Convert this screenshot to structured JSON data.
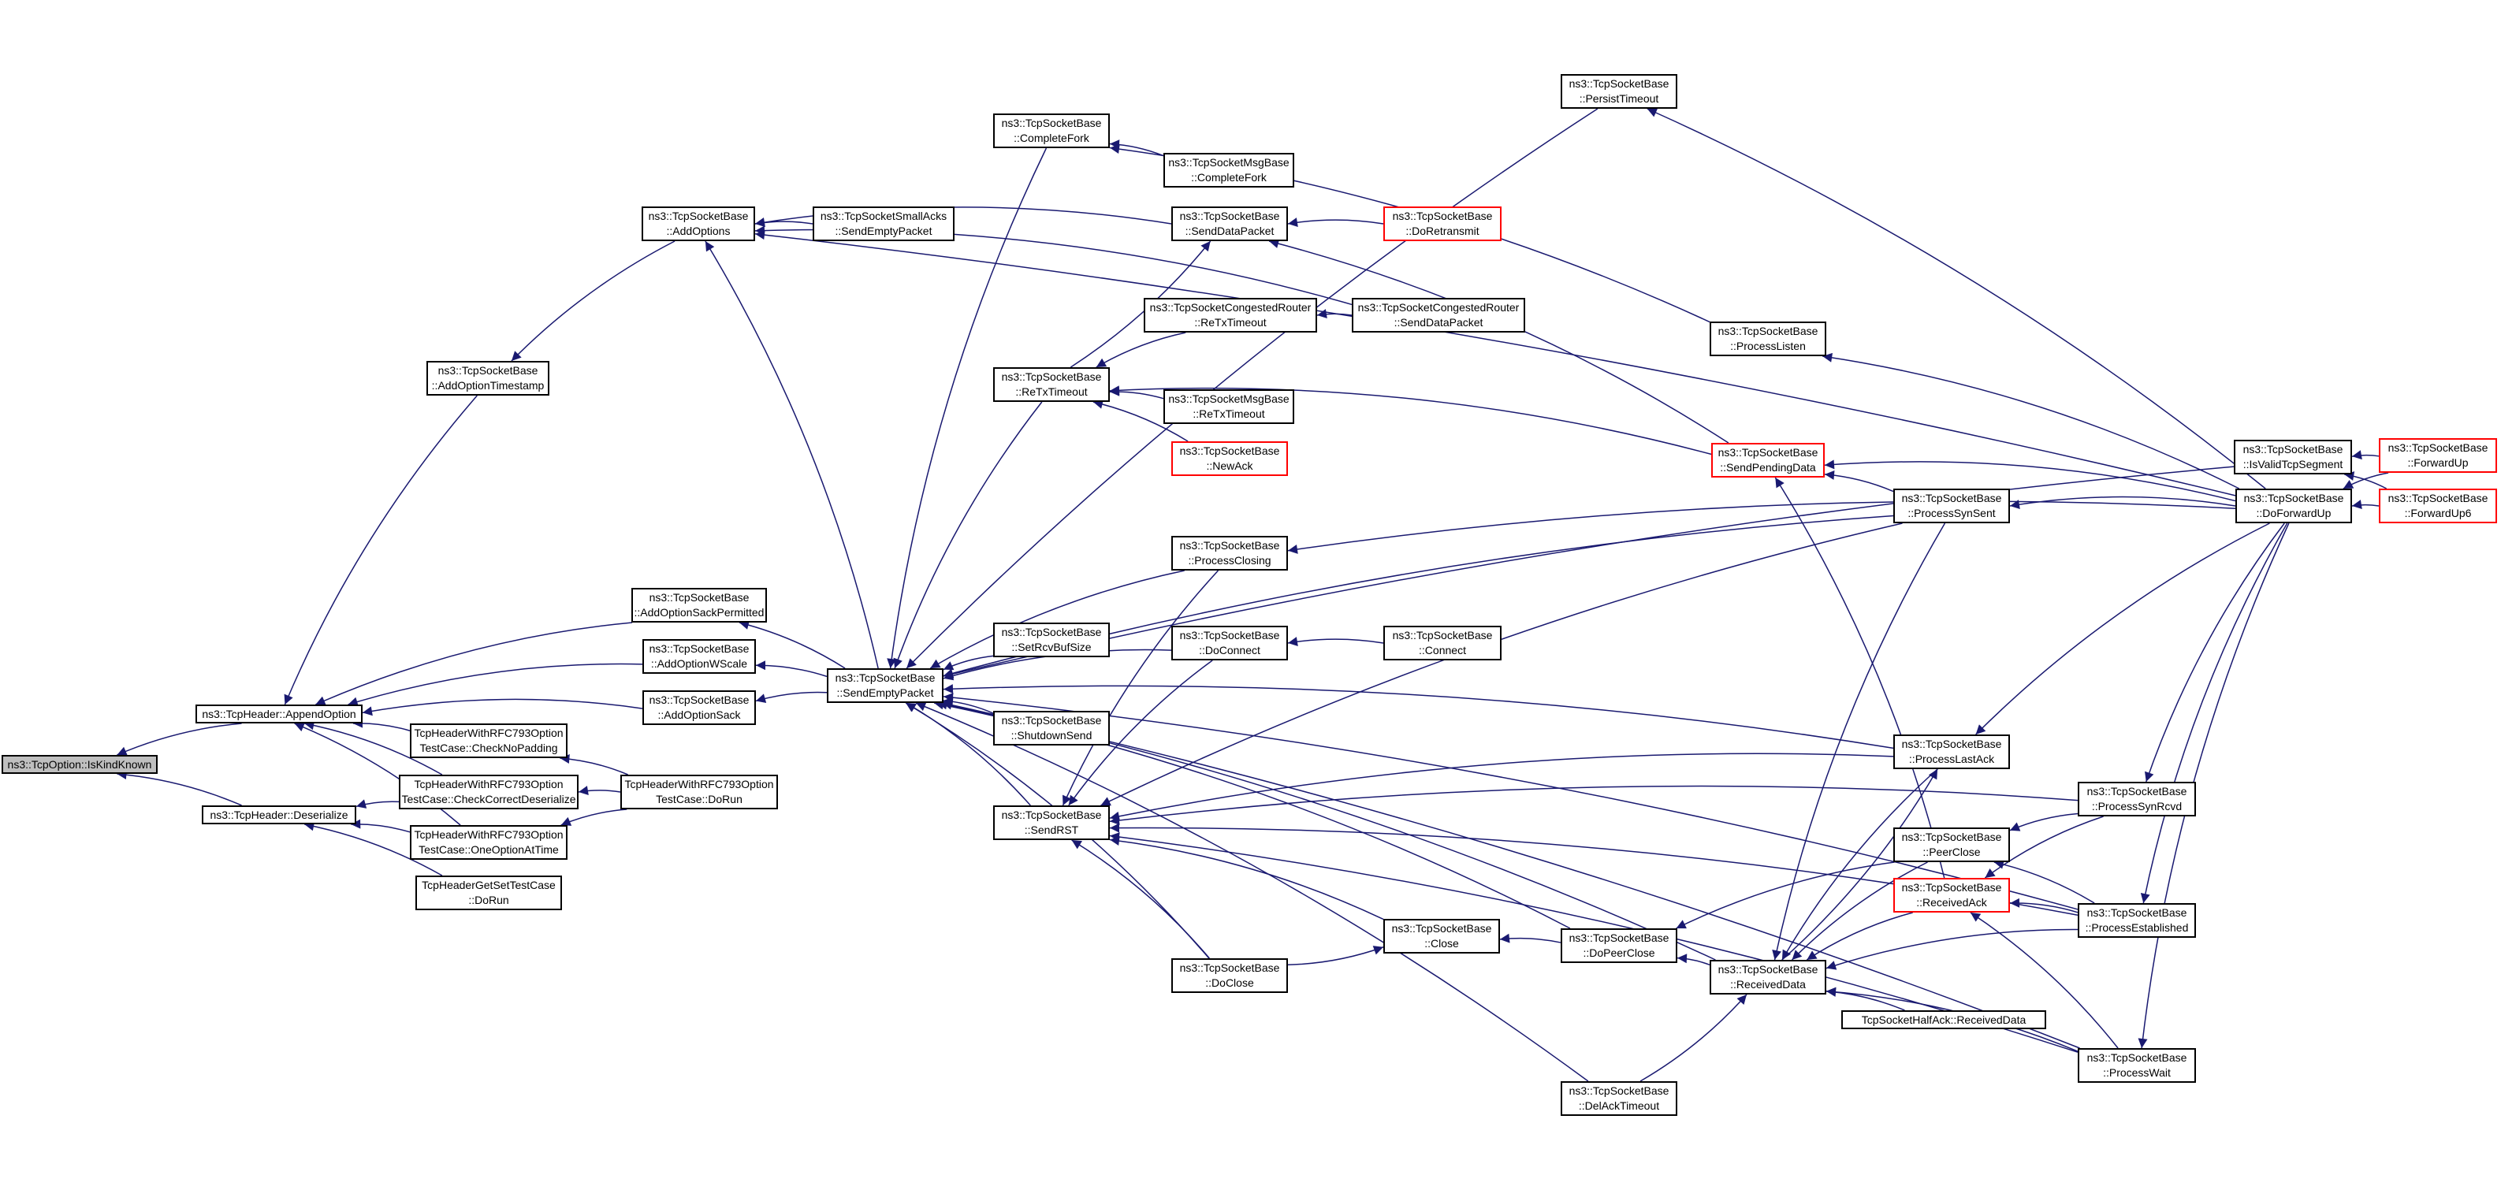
{
  "diagram": {
    "colors": {
      "edge": "#191970",
      "border": "#000000",
      "highlight_border": "#ff0000",
      "root_fill": "#bfbfbf",
      "background": "#ffffff"
    },
    "nodes": [
      {
        "id": "isKindKnown",
        "lines": [
          "ns3::TcpOption::IsKindKnown"
        ],
        "style": "root"
      },
      {
        "id": "appendOption",
        "lines": [
          "ns3::TcpHeader::AppendOption"
        ],
        "style": "normal"
      },
      {
        "id": "deserialize",
        "lines": [
          "ns3::TcpHeader::Deserialize"
        ],
        "style": "normal"
      },
      {
        "id": "addOptionTimestamp",
        "lines": [
          "ns3::TcpSocketBase",
          "::AddOptionTimestamp"
        ],
        "style": "normal"
      },
      {
        "id": "addOptions",
        "lines": [
          "ns3::TcpSocketBase",
          "::AddOptions"
        ],
        "style": "normal"
      },
      {
        "id": "addOptionSackPermitted",
        "lines": [
          "ns3::TcpSocketBase",
          "::AddOptionSackPermitted"
        ],
        "style": "normal"
      },
      {
        "id": "addOptionWScale",
        "lines": [
          "ns3::TcpSocketBase",
          "::AddOptionWScale"
        ],
        "style": "normal"
      },
      {
        "id": "addOptionSack",
        "lines": [
          "ns3::TcpSocketBase",
          "::AddOptionSack"
        ],
        "style": "normal"
      },
      {
        "id": "checkNoPadding",
        "lines": [
          "TcpHeaderWithRFC793Option",
          "TestCase::CheckNoPadding"
        ],
        "style": "normal"
      },
      {
        "id": "checkCorrectDeserialize",
        "lines": [
          "TcpHeaderWithRFC793Option",
          "TestCase::CheckCorrectDeserialize"
        ],
        "style": "normal"
      },
      {
        "id": "oneOptionAtTime",
        "lines": [
          "TcpHeaderWithRFC793Option",
          "TestCase::OneOptionAtTime"
        ],
        "style": "normal"
      },
      {
        "id": "rfcDoRun",
        "lines": [
          "TcpHeaderWithRFC793Option",
          "TestCase::DoRun"
        ],
        "style": "normal"
      },
      {
        "id": "getSetDoRun",
        "lines": [
          "TcpHeaderGetSetTestCase",
          "::DoRun"
        ],
        "style": "normal"
      },
      {
        "id": "smallAcksSendEmpty",
        "lines": [
          "ns3::TcpSocketSmallAcks",
          "::SendEmptyPacket"
        ],
        "style": "normal"
      },
      {
        "id": "sendEmptyPacket",
        "lines": [
          "ns3::TcpSocketBase",
          "::SendEmptyPacket"
        ],
        "style": "normal"
      },
      {
        "id": "completeFork",
        "lines": [
          "ns3::TcpSocketBase",
          "::CompleteFork"
        ],
        "style": "normal"
      },
      {
        "id": "msgCompleteFork",
        "lines": [
          "ns3::TcpSocketMsgBase",
          "::CompleteFork"
        ],
        "style": "normal"
      },
      {
        "id": "sendDataPacket",
        "lines": [
          "ns3::TcpSocketBase",
          "::SendDataPacket"
        ],
        "style": "normal"
      },
      {
        "id": "doRetransmit",
        "lines": [
          "ns3::TcpSocketBase",
          "::DoRetransmit"
        ],
        "style": "red"
      },
      {
        "id": "congRetx",
        "lines": [
          "ns3::TcpSocketCongestedRouter",
          "::ReTxTimeout"
        ],
        "style": "normal"
      },
      {
        "id": "congSendData",
        "lines": [
          "ns3::TcpSocketCongestedRouter",
          "::SendDataPacket"
        ],
        "style": "normal"
      },
      {
        "id": "reTxTimeout",
        "lines": [
          "ns3::TcpSocketBase",
          "::ReTxTimeout"
        ],
        "style": "normal"
      },
      {
        "id": "msgRetx",
        "lines": [
          "ns3::TcpSocketMsgBase",
          "::ReTxTimeout"
        ],
        "style": "normal"
      },
      {
        "id": "newAck",
        "lines": [
          "ns3::TcpSocketBase",
          "::NewAck"
        ],
        "style": "red"
      },
      {
        "id": "persistTimeout",
        "lines": [
          "ns3::TcpSocketBase",
          "::PersistTimeout"
        ],
        "style": "normal"
      },
      {
        "id": "processListen",
        "lines": [
          "ns3::TcpSocketBase",
          "::ProcessListen"
        ],
        "style": "normal"
      },
      {
        "id": "sendPendingData",
        "lines": [
          "ns3::TcpSocketBase",
          "::SendPendingData"
        ],
        "style": "red"
      },
      {
        "id": "processSynSent",
        "lines": [
          "ns3::TcpSocketBase",
          "::ProcessSynSent"
        ],
        "style": "normal"
      },
      {
        "id": "isValidTcpSegment",
        "lines": [
          "ns3::TcpSocketBase",
          "::IsValidTcpSegment"
        ],
        "style": "normal"
      },
      {
        "id": "doForwardUp",
        "lines": [
          "ns3::TcpSocketBase",
          "::DoForwardUp"
        ],
        "style": "normal"
      },
      {
        "id": "forwardUp",
        "lines": [
          "ns3::TcpSocketBase",
          "::ForwardUp"
        ],
        "style": "red"
      },
      {
        "id": "forwardUp6",
        "lines": [
          "ns3::TcpSocketBase",
          "::ForwardUp6"
        ],
        "style": "red"
      },
      {
        "id": "processClosing",
        "lines": [
          "ns3::TcpSocketBase",
          "::ProcessClosing"
        ],
        "style": "normal"
      },
      {
        "id": "setRcvBufSize",
        "lines": [
          "ns3::TcpSocketBase",
          "::SetRcvBufSize"
        ],
        "style": "normal"
      },
      {
        "id": "doConnect",
        "lines": [
          "ns3::TcpSocketBase",
          "::DoConnect"
        ],
        "style": "normal"
      },
      {
        "id": "connect",
        "lines": [
          "ns3::TcpSocketBase",
          "::Connect"
        ],
        "style": "normal"
      },
      {
        "id": "shutdownSend",
        "lines": [
          "ns3::TcpSocketBase",
          "::ShutdownSend"
        ],
        "style": "normal"
      },
      {
        "id": "sendRST",
        "lines": [
          "ns3::TcpSocketBase",
          "::SendRST"
        ],
        "style": "normal"
      },
      {
        "id": "processLastAck",
        "lines": [
          "ns3::TcpSocketBase",
          "::ProcessLastAck"
        ],
        "style": "normal"
      },
      {
        "id": "processSynRcvd",
        "lines": [
          "ns3::TcpSocketBase",
          "::ProcessSynRcvd"
        ],
        "style": "normal"
      },
      {
        "id": "peerClose",
        "lines": [
          "ns3::TcpSocketBase",
          "::PeerClose"
        ],
        "style": "normal"
      },
      {
        "id": "receivedAck",
        "lines": [
          "ns3::TcpSocketBase",
          "::ReceivedAck"
        ],
        "style": "red"
      },
      {
        "id": "processEstablished",
        "lines": [
          "ns3::TcpSocketBase",
          "::ProcessEstablished"
        ],
        "style": "normal"
      },
      {
        "id": "close",
        "lines": [
          "ns3::TcpSocketBase",
          "::Close"
        ],
        "style": "normal"
      },
      {
        "id": "doPeerClose",
        "lines": [
          "ns3::TcpSocketBase",
          "::DoPeerClose"
        ],
        "style": "normal"
      },
      {
        "id": "doClose",
        "lines": [
          "ns3::TcpSocketBase",
          "::DoClose"
        ],
        "style": "normal"
      },
      {
        "id": "receivedData",
        "lines": [
          "ns3::TcpSocketBase",
          "::ReceivedData"
        ],
        "style": "normal"
      },
      {
        "id": "halfAckReceivedData",
        "lines": [
          "TcpSocketHalfAck::ReceivedData"
        ],
        "style": "normal"
      },
      {
        "id": "processWait",
        "lines": [
          "ns3::TcpSocketBase",
          "::ProcessWait"
        ],
        "style": "normal"
      },
      {
        "id": "delAckTimeout",
        "lines": [
          "ns3::TcpSocketBase",
          "::DelAckTimeout"
        ],
        "style": "normal"
      }
    ],
    "edges": [
      [
        "appendOption",
        "isKindKnown"
      ],
      [
        "deserialize",
        "isKindKnown"
      ],
      [
        "addOptionTimestamp",
        "appendOption"
      ],
      [
        "addOptionSackPermitted",
        "appendOption"
      ],
      [
        "addOptionWScale",
        "appendOption"
      ],
      [
        "addOptionSack",
        "appendOption"
      ],
      [
        "checkNoPadding",
        "appendOption"
      ],
      [
        "checkCorrectDeserialize",
        "appendOption"
      ],
      [
        "oneOptionAtTime",
        "appendOption"
      ],
      [
        "checkCorrectDeserialize",
        "deserialize"
      ],
      [
        "oneOptionAtTime",
        "deserialize"
      ],
      [
        "getSetDoRun",
        "deserialize"
      ],
      [
        "rfcDoRun",
        "checkNoPadding"
      ],
      [
        "rfcDoRun",
        "checkCorrectDeserialize"
      ],
      [
        "rfcDoRun",
        "oneOptionAtTime"
      ],
      [
        "addOptions",
        "addOptionTimestamp"
      ],
      [
        "smallAcksSendEmpty",
        "addOptions"
      ],
      [
        "sendDataPacket",
        "addOptions"
      ],
      [
        "congSendData",
        "addOptions"
      ],
      [
        "sendEmptyPacket",
        "addOptions"
      ],
      [
        "doForwardUp",
        "addOptions"
      ],
      [
        "sendEmptyPacket",
        "addOptionSackPermitted"
      ],
      [
        "sendEmptyPacket",
        "addOptionWScale"
      ],
      [
        "sendEmptyPacket",
        "addOptionSack"
      ],
      [
        "completeFork",
        "sendEmptyPacket"
      ],
      [
        "persistTimeout",
        "sendEmptyPacket"
      ],
      [
        "reTxTimeout",
        "sendEmptyPacket"
      ],
      [
        "processSynSent",
        "sendEmptyPacket"
      ],
      [
        "processClosing",
        "sendEmptyPacket"
      ],
      [
        "setRcvBufSize",
        "sendEmptyPacket"
      ],
      [
        "doConnect",
        "sendEmptyPacket"
      ],
      [
        "shutdownSend",
        "sendEmptyPacket"
      ],
      [
        "sendRST",
        "sendEmptyPacket"
      ],
      [
        "processLastAck",
        "sendEmptyPacket"
      ],
      [
        "doClose",
        "sendEmptyPacket"
      ],
      [
        "doPeerClose",
        "sendEmptyPacket"
      ],
      [
        "receivedData",
        "sendEmptyPacket"
      ],
      [
        "delAckTimeout",
        "sendEmptyPacket"
      ],
      [
        "processEstablished",
        "sendEmptyPacket"
      ],
      [
        "processWait",
        "sendEmptyPacket"
      ],
      [
        "isValidTcpSegment",
        "sendEmptyPacket"
      ],
      [
        "msgCompleteFork",
        "completeFork"
      ],
      [
        "processListen",
        "completeFork"
      ],
      [
        "doRetransmit",
        "sendDataPacket"
      ],
      [
        "reTxTimeout",
        "sendDataPacket"
      ],
      [
        "sendPendingData",
        "sendDataPacket"
      ],
      [
        "congSendData",
        "congRetx"
      ],
      [
        "congRetx",
        "reTxTimeout"
      ],
      [
        "msgRetx",
        "reTxTimeout"
      ],
      [
        "newAck",
        "reTxTimeout"
      ],
      [
        "sendPendingData",
        "reTxTimeout"
      ],
      [
        "doForwardUp",
        "persistTimeout"
      ],
      [
        "doForwardUp",
        "processListen"
      ],
      [
        "processSynSent",
        "sendPendingData"
      ],
      [
        "doForwardUp",
        "sendPendingData"
      ],
      [
        "receivedAck",
        "sendPendingData"
      ],
      [
        "doForwardUp",
        "processSynSent"
      ],
      [
        "forwardUp",
        "isValidTcpSegment"
      ],
      [
        "forwardUp6",
        "isValidTcpSegment"
      ],
      [
        "forwardUp",
        "doForwardUp"
      ],
      [
        "forwardUp6",
        "doForwardUp"
      ],
      [
        "doForwardUp",
        "processClosing"
      ],
      [
        "connect",
        "doConnect"
      ],
      [
        "processClosing",
        "sendRST"
      ],
      [
        "doConnect",
        "sendRST"
      ],
      [
        "processLastAck",
        "sendRST"
      ],
      [
        "processSynRcvd",
        "sendRST"
      ],
      [
        "processEstablished",
        "sendRST"
      ],
      [
        "close",
        "sendRST"
      ],
      [
        "doClose",
        "sendRST"
      ],
      [
        "processWait",
        "sendRST"
      ],
      [
        "processSynSent",
        "sendRST"
      ],
      [
        "doForwardUp",
        "processLastAck"
      ],
      [
        "receivedData",
        "processLastAck"
      ],
      [
        "doForwardUp",
        "processSynRcvd"
      ],
      [
        "processSynRcvd",
        "peerClose"
      ],
      [
        "processEstablished",
        "peerClose"
      ],
      [
        "processSynRcvd",
        "receivedAck"
      ],
      [
        "processEstablished",
        "receivedAck"
      ],
      [
        "processWait",
        "receivedAck"
      ],
      [
        "doForwardUp",
        "processEstablished"
      ],
      [
        "doClose",
        "close"
      ],
      [
        "doPeerClose",
        "close"
      ],
      [
        "peerClose",
        "doPeerClose"
      ],
      [
        "receivedData",
        "doPeerClose"
      ],
      [
        "processSynSent",
        "receivedData"
      ],
      [
        "processLastAck",
        "receivedData"
      ],
      [
        "peerClose",
        "receivedData"
      ],
      [
        "receivedAck",
        "receivedData"
      ],
      [
        "processEstablished",
        "receivedData"
      ],
      [
        "processWait",
        "receivedData"
      ],
      [
        "halfAckReceivedData",
        "receivedData"
      ],
      [
        "delAckTimeout",
        "receivedData"
      ],
      [
        "doForwardUp",
        "processWait"
      ]
    ]
  }
}
